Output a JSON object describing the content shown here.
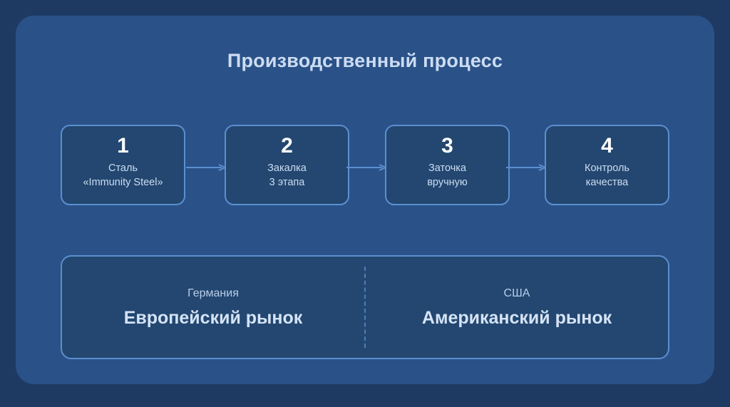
{
  "header": {
    "title": "Производственный процесс"
  },
  "process": {
    "steps": [
      {
        "number": "1",
        "line1": "Сталь",
        "line2": "«Immunity Steel»"
      },
      {
        "number": "2",
        "line1": "Закалка",
        "line2": "3 этапа"
      },
      {
        "number": "3",
        "line1": "Заточка",
        "line2": "вручную"
      },
      {
        "number": "4",
        "line1": "Контроль",
        "line2": "качества"
      }
    ],
    "connector_icon": "arrow-right-icon"
  },
  "markets": [
    {
      "country": "Германия",
      "name": "Европейский рынок"
    },
    {
      "country": "США",
      "name": "Американский рынок"
    }
  ],
  "colors": {
    "page_background": "#1e3a63",
    "panel_background": "#2a5288",
    "card_background": "#234770",
    "card_border": "#5b8fd0",
    "title_text": "#ccdcf2",
    "number_text": "#ffffff",
    "caption_text": "#ccdcf2",
    "country_text": "#b9cde8",
    "market_text": "#d5e3f5",
    "divider": "#4e7db8"
  }
}
